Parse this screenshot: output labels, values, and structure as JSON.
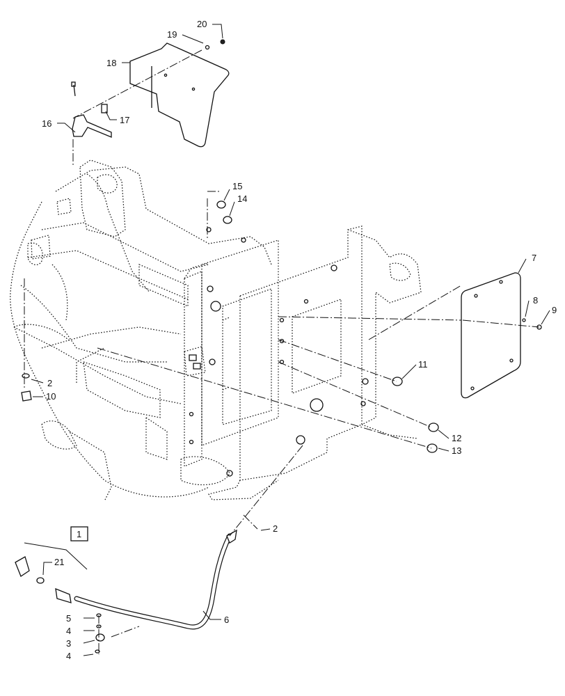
{
  "callouts": {
    "c1": "1",
    "c2a": "2",
    "c2b": "2",
    "c3": "3",
    "c4a": "4",
    "c4b": "4",
    "c5": "5",
    "c6": "6",
    "c7": "7",
    "c8": "8",
    "c9": "9",
    "c10": "10",
    "c11": "11",
    "c12": "12",
    "c13": "13",
    "c14": "14",
    "c15": "15",
    "c16": "16",
    "c17": "17",
    "c18": "18",
    "c19": "19",
    "c20": "20",
    "c21": "21"
  }
}
